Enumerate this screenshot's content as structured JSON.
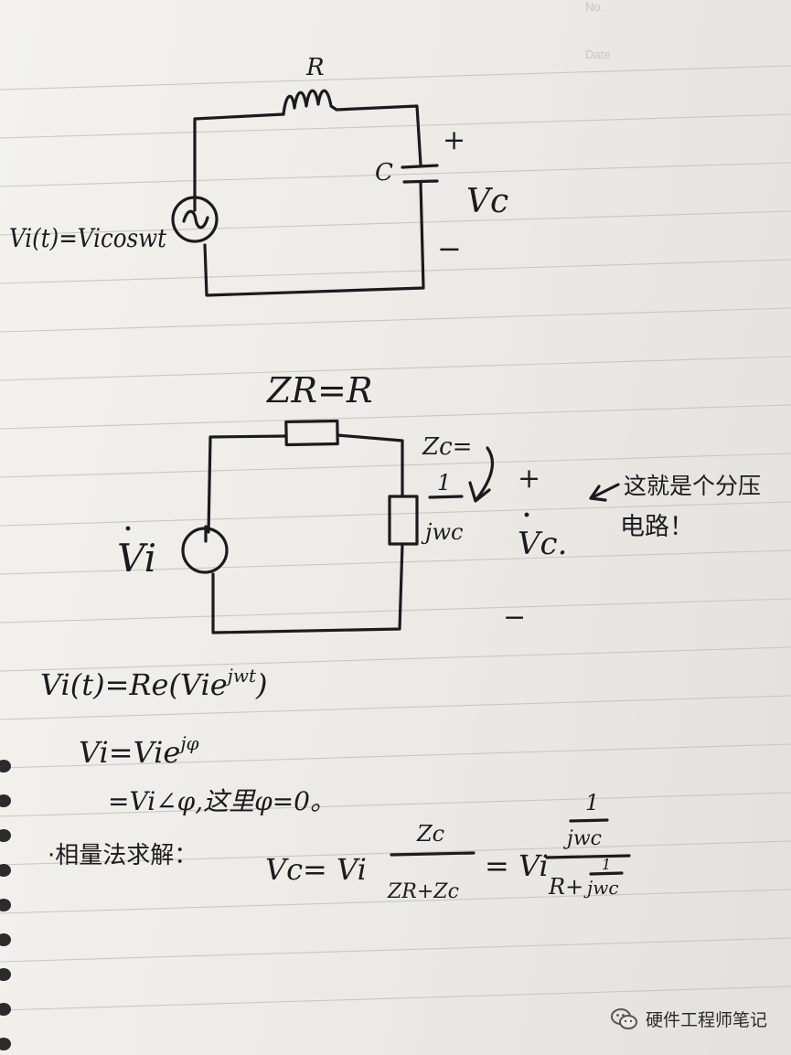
{
  "header": {
    "no_label": "No.",
    "date_label": "Date"
  },
  "circuit1": {
    "resistor_label": "R",
    "capacitor_label": "C",
    "plus": "+",
    "minus": "−",
    "output_label": "Vc",
    "source_label": "Vi(t)=Vicoswt"
  },
  "circuit2": {
    "zr_label": "ZR=R",
    "zc_label": "Zc=",
    "zc_num": "1",
    "zc_den": "jwc",
    "source_label": "Vi",
    "output_label": "Vc.",
    "plus": "+",
    "minus": "−",
    "note_line1": "这就是个分压",
    "note_line2": "电路！"
  },
  "equations": {
    "eq1": "Vi(t)=Re(Vie",
    "eq1_sup": "jwt",
    "eq1_close": ")",
    "eq2": "Vi=Vie",
    "eq2_sup": "jφ",
    "eq3": "=Vi∠φ,这里φ=0。",
    "method": "·相量法求解：",
    "lhs": "Vc= Vi",
    "frac1_num": "Zc",
    "frac1_den": "ZR+Zc",
    "eq_mid": "= Vi",
    "frac2_num_num": "1",
    "frac2_num_den": "jwc",
    "frac2_den_r": "R+",
    "frac2_den_num": "1",
    "frac2_den_den": "jwc"
  },
  "watermark": {
    "text": "硬件工程师笔记"
  }
}
